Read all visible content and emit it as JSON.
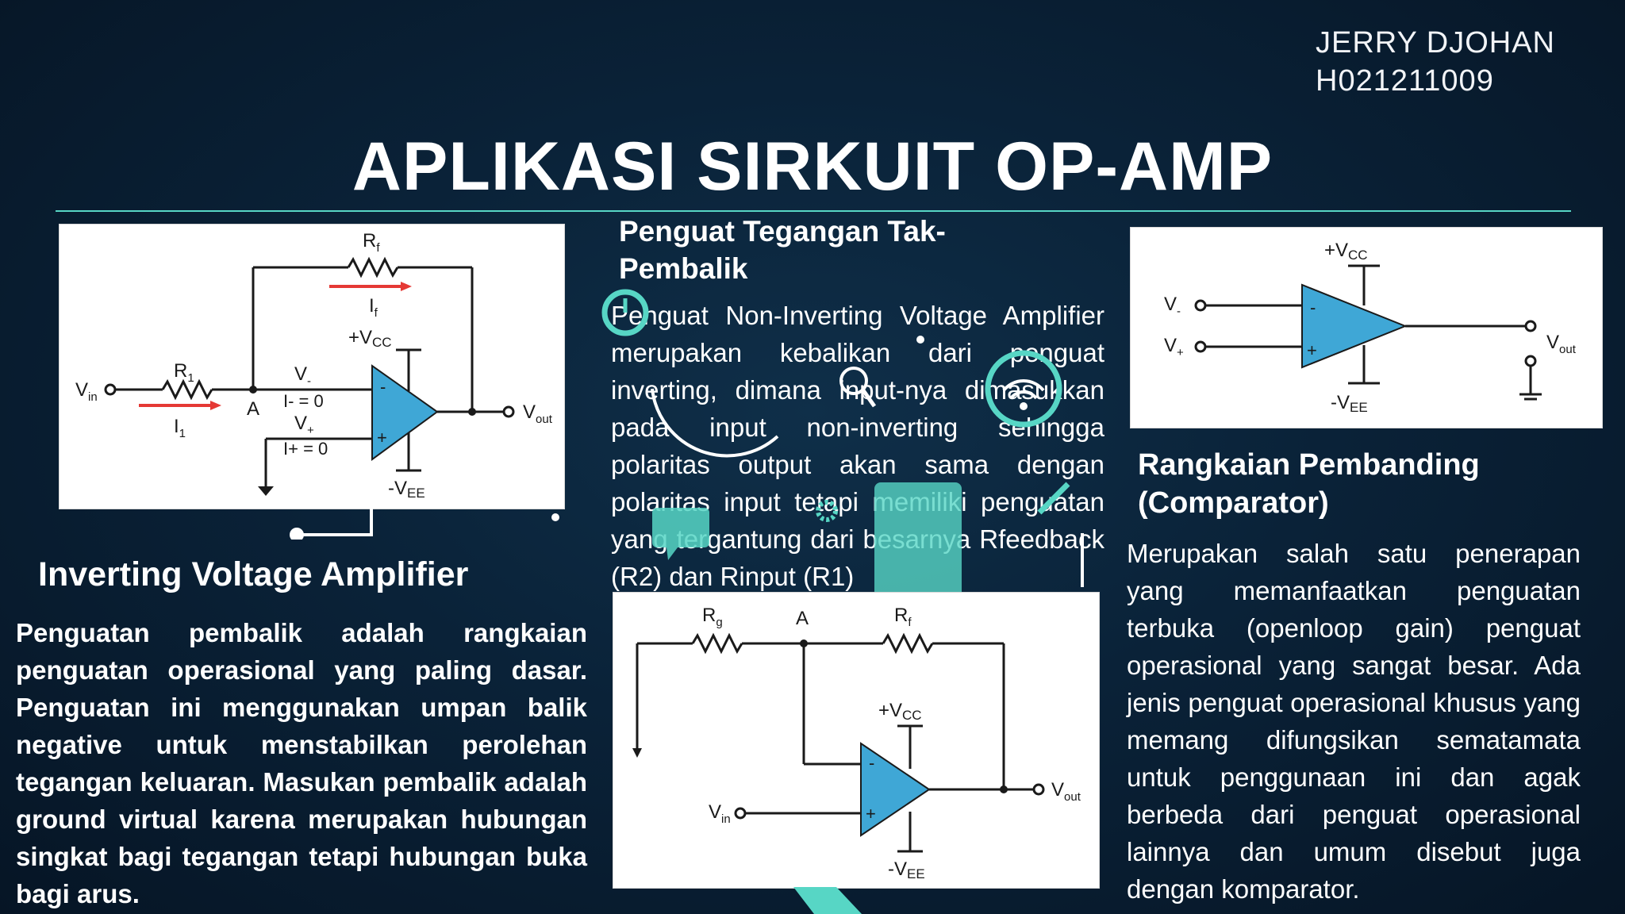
{
  "author": {
    "name": "JERRY DJOHAN",
    "nim": "H021211009"
  },
  "title": "APLIKASI SIRKUIT OP-AMP",
  "colors": {
    "accent": "#57d6c5",
    "background": "#0a2238",
    "circuit_blue": "#3fa7d6",
    "arrow_red": "#e53935"
  },
  "inverting": {
    "heading": "Inverting Voltage Amplifier",
    "body": "Penguatan pembalik adalah rangkaian penguatan operasional yang paling dasar. Penguatan ini menggunakan umpan balik negative untuk menstabilkan perolehan tegangan keluaran. Masukan pembalik adalah ground virtual karena merupakan hubungan singkat bagi tegangan tetapi hubungan buka bagi arus.",
    "circuit": {
      "rf": "R",
      "rf_sub": "f",
      "if": "I",
      "if_sub": "f",
      "vcc": "+V",
      "vcc_sub": "CC",
      "r1": "R",
      "r1_sub": "1",
      "vin": "V",
      "vin_sub": "in",
      "i1": "I",
      "i1_sub": "1",
      "node_a": "A",
      "vminus": "V",
      "vminus_sub": "-",
      "iminus": "I- = 0",
      "vplus": "V",
      "vplus_sub": "+",
      "iplus": "I+ = 0",
      "vee": "-V",
      "vee_sub": "EE",
      "vout": "V",
      "vout_sub": "out"
    }
  },
  "noninverting": {
    "heading_line1": "Penguat Tegangan Tak-",
    "heading_line2": "Pembalik",
    "body": "Penguat Non-Inverting Voltage Amplifier merupakan kebalikan dari penguat inverting, dimana input-nya dimasukkan pada input non-inverting sehingga polaritas output akan sama dengan polaritas input tetapi memiliki penguatan yang tergantung dari besarnya Rfeedback (R2) dan Rinput (R1)",
    "circuit": {
      "rg": "R",
      "rg_sub": "g",
      "node_a": "A",
      "rf": "R",
      "rf_sub": "f",
      "vcc": "+V",
      "vcc_sub": "CC",
      "vin": "V",
      "vin_sub": "in",
      "vee": "-V",
      "vee_sub": "EE",
      "vout": "V",
      "vout_sub": "out"
    }
  },
  "comparator": {
    "heading_line1": "Rangkaian Pembanding",
    "heading_line2": "(Comparator)",
    "body": "Merupakan salah satu penerapan yang memanfaatkan penguatan terbuka (openloop gain) penguat operasional yang sangat besar. Ada jenis penguat operasional khusus yang memang difungsikan sematamata untuk penggunaan ini dan agak berbeda dari penguat operasional lainnya dan umum disebut juga dengan komparator.",
    "circuit": {
      "vcc": "+V",
      "vcc_sub": "CC",
      "vminus": "V",
      "vminus_sub": "-",
      "vplus": "V",
      "vplus_sub": "+",
      "vee": "-V",
      "vee_sub": "EE",
      "vout": "V",
      "vout_sub": "out"
    }
  },
  "icons": [
    "clock-icon",
    "magnifier-icon",
    "wifi-icon",
    "chat-bubble-icon",
    "document-icon",
    "gear-icon",
    "connector-icon"
  ]
}
